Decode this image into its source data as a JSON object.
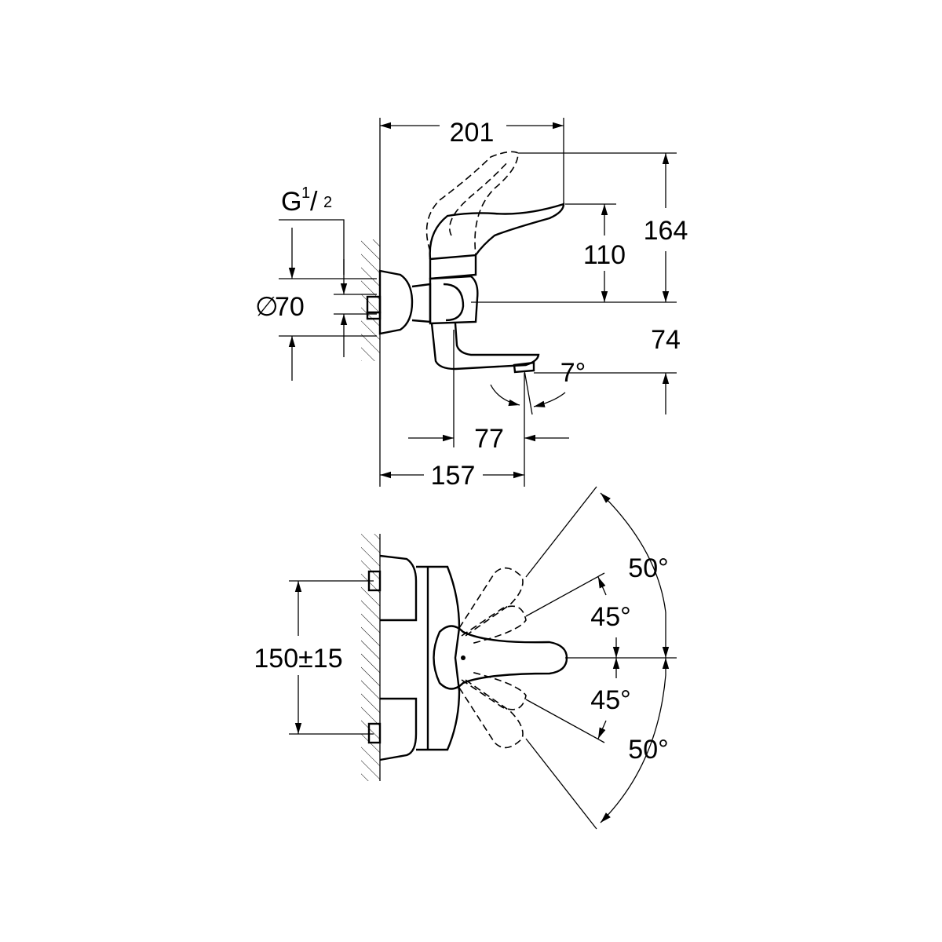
{
  "side_view": {
    "width_total": "201",
    "thread_label": "G",
    "thread_num": "1",
    "thread_slash": "/",
    "thread_den": "2",
    "height_total": "164",
    "lever_height": "110",
    "diameter_symbol": "∅",
    "diameter": "70",
    "spout_height": "74",
    "spout_angle": "7°",
    "spout_reach": "77",
    "projection": "157"
  },
  "top_view": {
    "connection_spacing": "150±15",
    "angle_upper_outer": "50°",
    "angle_upper_inner": "45°",
    "angle_lower_inner": "45°",
    "angle_lower_outer": "50°"
  },
  "colors": {
    "line": "#000000",
    "background": "#ffffff"
  }
}
